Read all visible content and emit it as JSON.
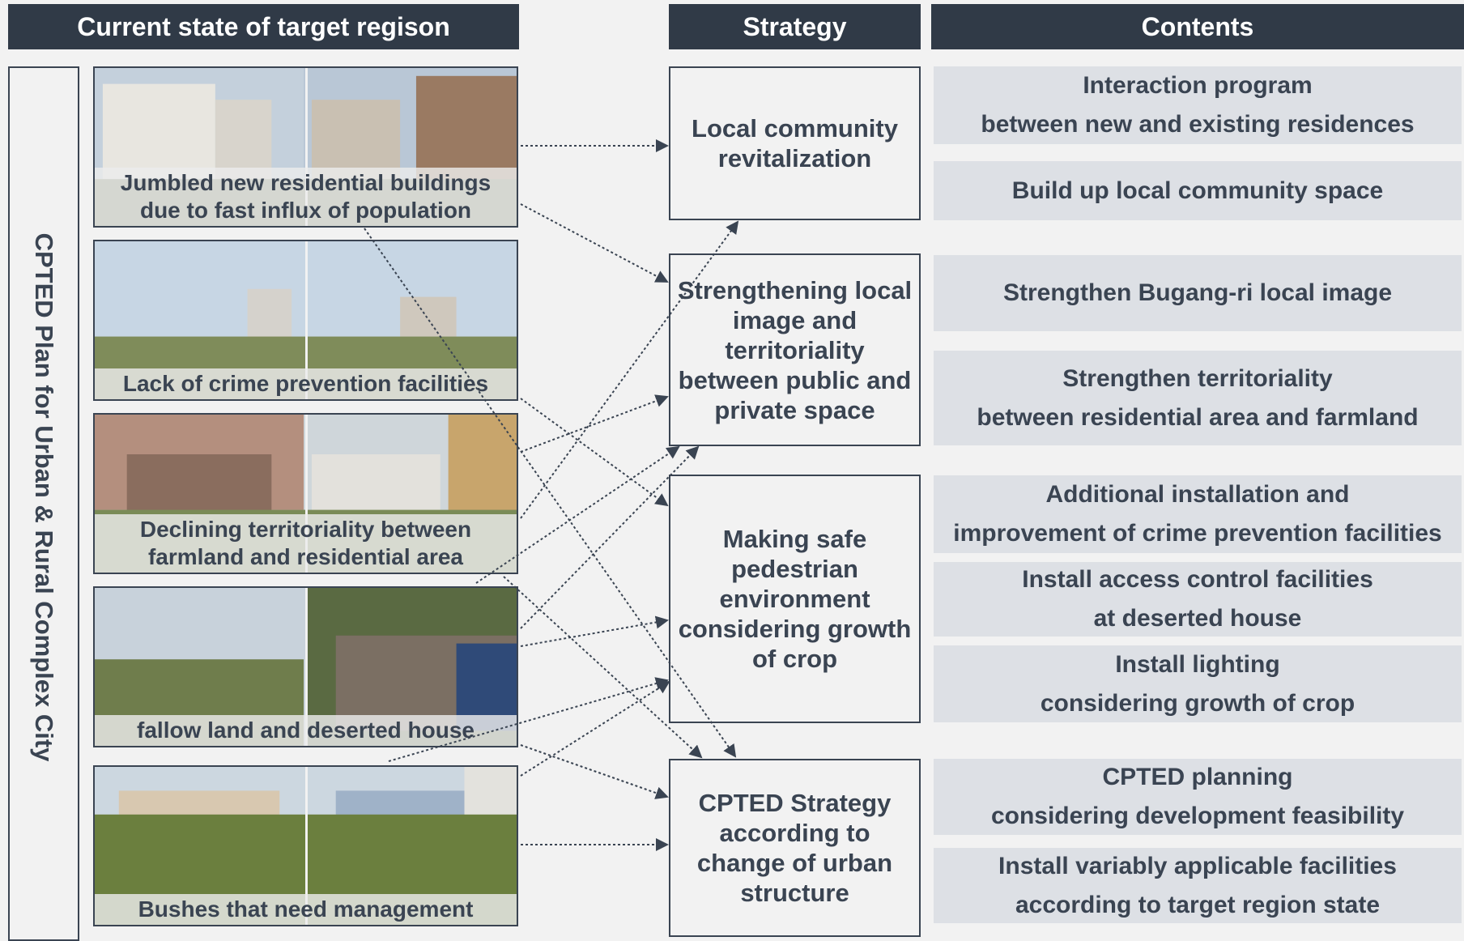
{
  "headers": {
    "current_state": "Current state of target regison",
    "strategy": "Strategy",
    "contents": "Contents"
  },
  "side_label": "CPTED Plan for Urban & Rural Complex City",
  "photos": [
    {
      "caption": "Jumbled new residential buildings due to fast influx of population"
    },
    {
      "caption": "Lack of crime prevention facilities"
    },
    {
      "caption": "Declining territoriality between farmland and residential area"
    },
    {
      "caption": "fallow land and deserted house"
    },
    {
      "caption": "Bushes that need management"
    }
  ],
  "strategies": [
    {
      "label": "Local community revitalization"
    },
    {
      "label": "Strengthening local image and territoriality between public and private space"
    },
    {
      "label": "Making safe pedestrian environment considering growth of crop"
    },
    {
      "label": "CPTED Strategy according to change of urban structure"
    }
  ],
  "contents": [
    {
      "line1": "Interaction program",
      "line2": "between new and existing residences"
    },
    {
      "line1": "Build up local community space",
      "line2": ""
    },
    {
      "line1": "Strengthen Bugang-ri local image",
      "line2": ""
    },
    {
      "line1": "Strengthen territoriality",
      "line2": "between residential area and farmland"
    },
    {
      "line1": "Additional installation and",
      "line2": "improvement of crime prevention facilities"
    },
    {
      "line1": "Install access control facilities",
      "line2": "at deserted house"
    },
    {
      "line1": "Install lighting",
      "line2": "considering growth of crop"
    },
    {
      "line1": "CPTED planning",
      "line2": "considering development feasibility"
    },
    {
      "line1": "Install variably applicable facilities",
      "line2": "according to target region state"
    }
  ],
  "colors": {
    "header_bg": "#303a47",
    "text": "#3a4452",
    "content_bg": "#dde0e5",
    "background": "#f2f2f2"
  }
}
